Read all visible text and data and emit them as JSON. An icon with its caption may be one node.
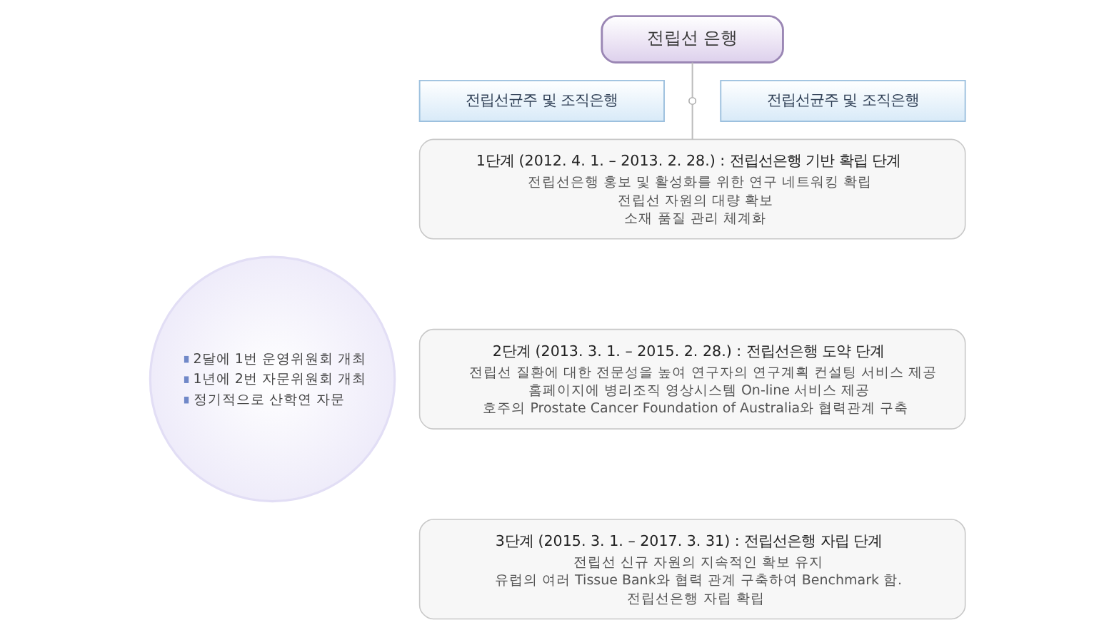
{
  "diagram": {
    "nodes": [
      {
        "text": [
          "전립선 은행"
        ]
      },
      {
        "text": [
          "전립선균주 및 조직은행"
        ]
      },
      {
        "text": [],
        "shape": "circle"
      },
      {
        "text": [
          "전립선균주 및 조직은행"
        ]
      },
      {
        "text": [
          "1단계 (2012. 4. 1. – 2013. 2. 28.) : 전립선은행 기반 확립 단계",
          "전립선은행 홍보 및 활성화를 위한 연구 네트워킹 확립",
          "전립선 자원의 대량 확보",
          "소재 품질 관리 체계화"
        ]
      },
      {
        "text": [
          "2단계 (2013. 3. 1. – 2015. 2. 28.) : 전립선은행 도약 단계",
          "전립선 질환에 대한 전문성을 높여 연구자의 연구계획 컨설팅 서비스 제공",
          "홈페이지에 병리조직 영상시스템 On-line 서비스 제공",
          "호주의 Prostate Cancer Foundation of Australia와 협력관계 구축"
        ]
      },
      {
        "text": [
          "3단계 (2015. 3. 1. – 2017. 3. 31) : 전립선은행 자립 단계",
          "전립선 신규 자원의 지속적인 확보 유지",
          "유럽의 여러 Tissue Bank와 협력 관계 구축하여 Benchmark 함.",
          "전립선은행 자립 확립"
        ]
      },
      {
        "text": [
          "2달에 1번 운영위원회 개최",
          "1년에 2번 자문위원회 개최",
          "정기적으로 산학연 자문"
        ]
      }
    ],
    "edges": [
      {
        "from": 0,
        "to": 2,
        "arrow": "none"
      },
      {
        "from": 2,
        "to": 4,
        "arrow": "none"
      }
    ]
  }
}
